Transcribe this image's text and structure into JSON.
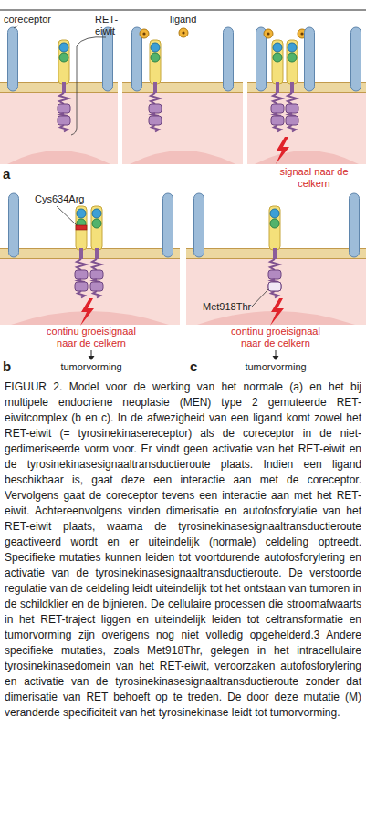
{
  "diagram": {
    "caption": "FIGUUR 2. Model voor de werking van het normale (a) en het bij multipele endocriene neoplasie (MEN) type 2 gemuteerde RET-eiwitcomplex (b en c). In de afwezigheid van een ligand komt zowel het RET-eiwit (= tyrosinekinasereceptor) als de coreceptor in de niet-gedimeriseerde vorm voor. Er vindt geen activatie van het RET-eiwit en de tyrosinekinasesignaaltransductieroute plaats. Indien een ligand beschikbaar is, gaat deze een interactie aan met de coreceptor. Vervolgens gaat de coreceptor tevens een interactie aan met het RET-eiwit. Achtereenvolgens vinden dimerisatie en autofosforylatie van het RET-eiwit plaats, waarna de tyrosinekinasesignaaltransductieroute geactiveerd wordt en er uiteindelijk (normale) celdeling optreedt. Specifieke mutaties kunnen leiden tot voortdurende autofosforylering en activatie van de tyrosinekinasesignaaltransductieroute. De verstoorde regulatie van de celdeling leidt uiteindelijk tot het ontstaan van tumoren in de schildklier en de bijnieren. De cellulaire processen die stroomafwaarts in het RET-traject liggen en uiteindelijk leiden tot celtransformatie en tumorvorming zijn overigens nog niet volledig opgehelderd.3 Andere specifieke mutaties, zoals Met918Thr, gelegen in het intracellulaire tyrosinekinasedomein van het RET-eiwit, veroorzaken autofosforylering en activatie van de tyrosinekinasesignaaltransductieroute zonder dat dimerisatie van RET behoeft op te treden. De door deze mutatie (M) veranderde specificiteit van het tyrosinekinase leidt tot tumorvorming.",
    "labels": [
      "coreceptor",
      "RET-eiwit",
      "ligand",
      "a",
      "signaal naar de celkern",
      "Cys634Arg",
      "continu groeisignaal naar de celkern",
      "tumorvorming",
      "b",
      "Met918Thr",
      "continu groeisignaal naar de celkern",
      "tumorvorming",
      "c"
    ]
  }
}
